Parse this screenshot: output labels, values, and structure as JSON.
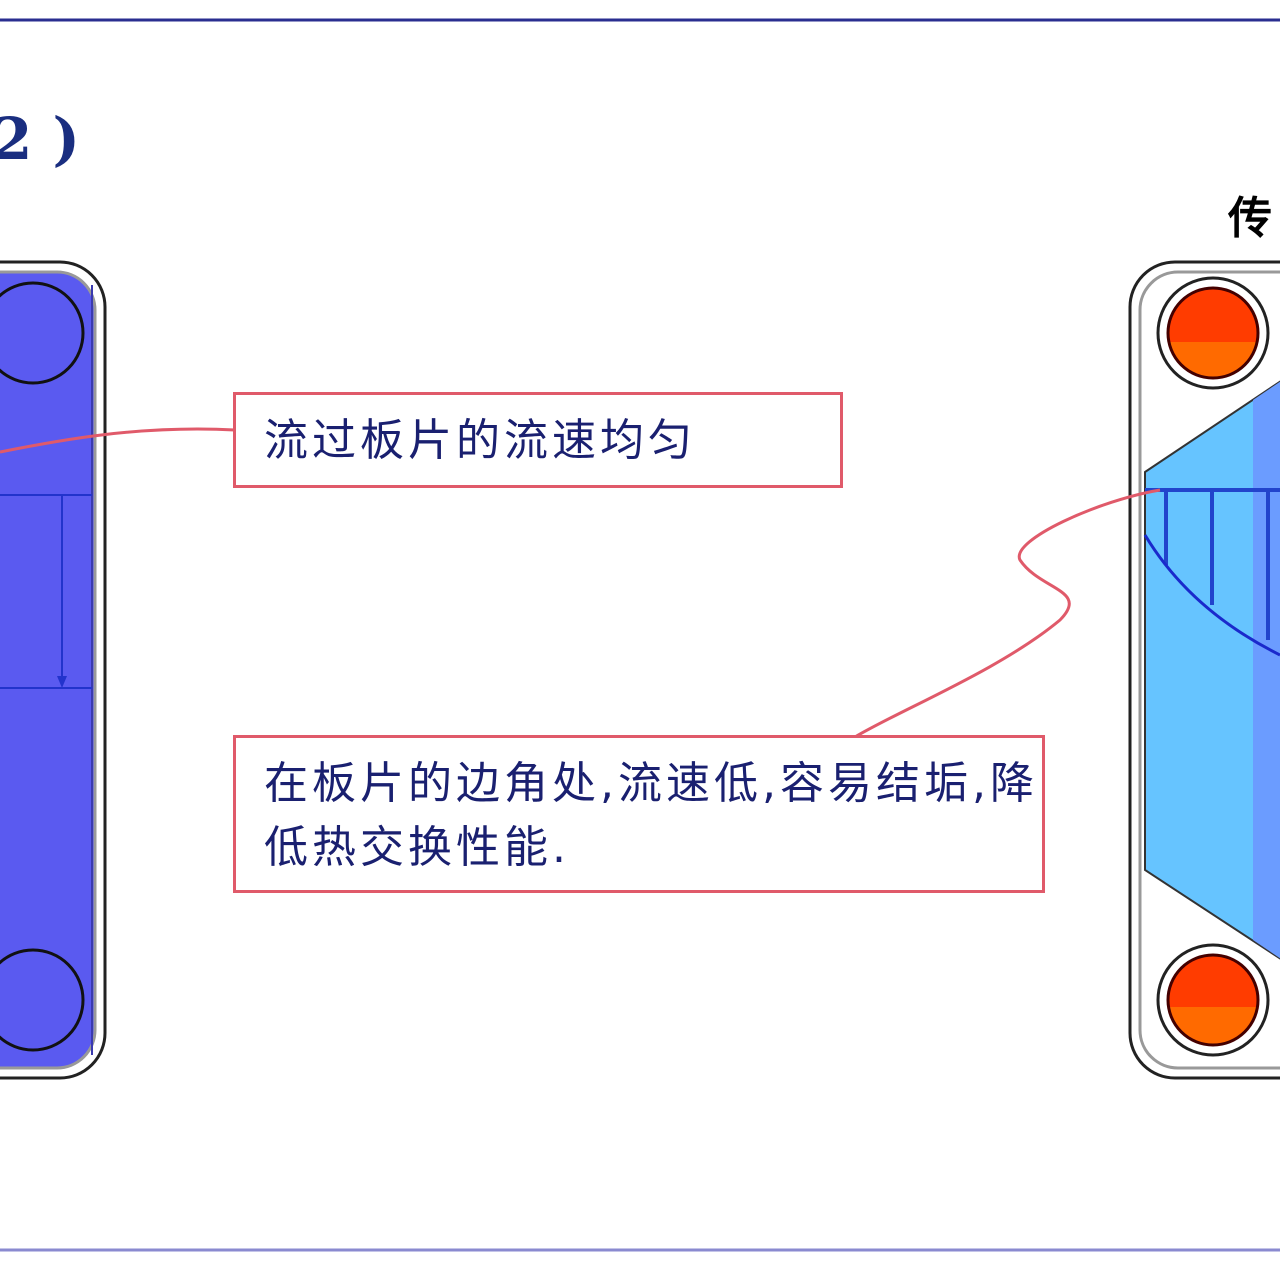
{
  "title_fragment": "2 )",
  "right_plate_label": "传",
  "callouts": {
    "uniform": "流过板片的流速均匀",
    "corner": "在板片的边角处,流速低,容易结垢,降低热交换性能."
  },
  "colors": {
    "frame": "#2a2e90",
    "plate_blue": "#5a5af0",
    "light_blue": "#66c4ff",
    "mid_blue": "#6b9cff",
    "port_red": "#ff3c00",
    "port_orange": "#ff6a00",
    "callout_border": "#e05a6a"
  }
}
